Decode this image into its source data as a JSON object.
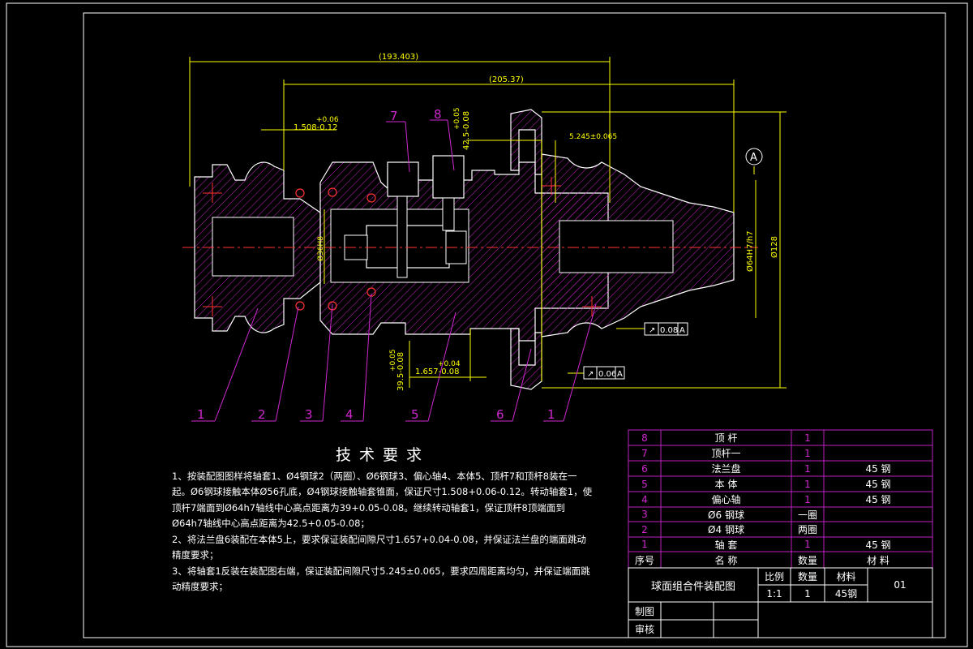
{
  "dimensions": {
    "overall_1": "(193.403)",
    "overall_2": "(205.37)",
    "tol_top": "+0.06",
    "val_top": "1.508-0.12",
    "tol_mid": "+0.05",
    "val_mid": "42.5-0.08",
    "gap": "5.245±0.065",
    "dia_left": "Ø36H8",
    "dia_right": "Ø64H7/h7",
    "dia_outer": "Ø128",
    "tol_bot1": "+0.05",
    "val_bot1": "39.5-0.08",
    "tol_bot2": "+0.04",
    "val_bot2": "1.657-0.08",
    "datum": "A",
    "runout1": "0.08",
    "runout2": "0.06",
    "datum_ref": "A"
  },
  "balloons": {
    "top": [
      "7",
      "8"
    ],
    "bottom": [
      "1",
      "2",
      "3",
      "4",
      "5",
      "6",
      "1"
    ]
  },
  "tech": {
    "title": "技术要求",
    "line1": "1、按装配图图样将轴套1、Ø4钢球2（两圈）、Ø6钢球3、偏心轴4、本体5、顶杆7和顶杆8装在一起。Ø6钢球接触本体Ø56孔底，Ø4钢球接触轴套锥面，保证尺寸1.508+0.06-0.12。转动轴套1，使顶杆7端面到Ø64h7轴线中心高点距离为39+0.05-0.08。继续转动轴套1，保证顶杆8顶端面到Ø64h7轴线中心高点距离为42.5+0.05-0.08；",
    "line2": "2、将法兰盘6装配在本体5上，要求保证装配间隙尺寸1.657+0.04-0.08，并保证法兰盘的端面跳动精度要求；",
    "line3": "3、将轴套1反装在装配图右端，保证装配间隙尺寸5.245±0.065，要求四周距离均匀，并保证端面跳动精度要求；"
  },
  "bom": {
    "rows": [
      {
        "no": "8",
        "name": "顶 杆",
        "qty": "1",
        "mat": ""
      },
      {
        "no": "7",
        "name": "顶杆一",
        "qty": "1",
        "mat": ""
      },
      {
        "no": "6",
        "name": "法兰盘",
        "qty": "1",
        "mat": "45 钢"
      },
      {
        "no": "5",
        "name": "本 体",
        "qty": "1",
        "mat": "45 钢"
      },
      {
        "no": "4",
        "name": "偏心轴",
        "qty": "1",
        "mat": "45 钢"
      },
      {
        "no": "3",
        "name": "Ø6 钢球",
        "qty": "一圈",
        "mat": ""
      },
      {
        "no": "2",
        "name": "Ø4 钢球",
        "qty": "两圈",
        "mat": ""
      },
      {
        "no": "1",
        "name": "轴 套",
        "qty": "1",
        "mat": "45 钢"
      }
    ],
    "header": {
      "no": "序号",
      "name": "名 称",
      "qty": "数量",
      "mat": "材 料"
    }
  },
  "title_block": {
    "name": "球面组合件装配图",
    "scale_label": "比例",
    "qty_label": "数量",
    "mat_label": "材料",
    "scale": "1:1",
    "qty": "1",
    "mat": "45钢",
    "drawing_no": "01",
    "drawn_label": "制图",
    "checked_label": "审核"
  },
  "colors": {
    "outline": "#ffffff",
    "hatch": "#c020c0",
    "dimension": "#ffff00",
    "center": "#ff2020",
    "table": "#c020c0"
  }
}
